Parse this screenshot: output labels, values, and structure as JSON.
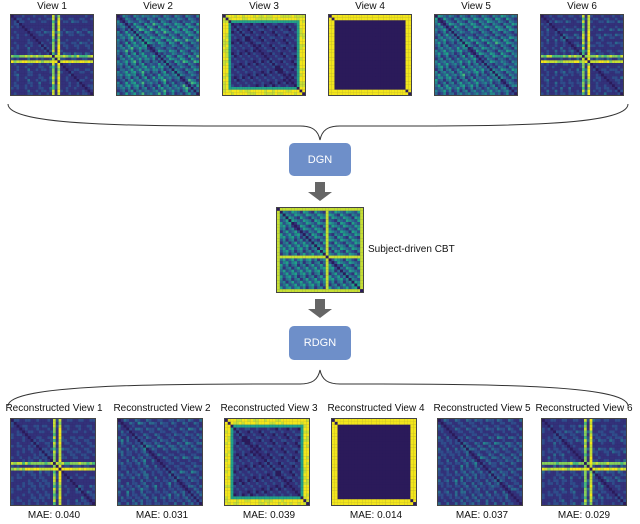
{
  "views": [
    {
      "title": "View 1",
      "pattern": "cross"
    },
    {
      "title": "View 2",
      "pattern": "noisy"
    },
    {
      "title": "View 3",
      "pattern": "frame"
    },
    {
      "title": "View 4",
      "pattern": "frame-strong"
    },
    {
      "title": "View 5",
      "pattern": "noisy"
    },
    {
      "title": "View 6",
      "pattern": "cross"
    }
  ],
  "dgn_box": {
    "label": "DGN"
  },
  "cbt": {
    "label": "Subject-driven CBT",
    "pattern": "cbt"
  },
  "rdgn_box": {
    "label": "RDGN"
  },
  "reconstructed": [
    {
      "title": "Reconstructed View 1",
      "mae": "MAE: 0.040",
      "pattern": "cross"
    },
    {
      "title": "Reconstructed View 2",
      "mae": "MAE: 0.031",
      "pattern": "diag"
    },
    {
      "title": "Reconstructed View 3",
      "mae": "MAE: 0.039",
      "pattern": "frame"
    },
    {
      "title": "Reconstructed View 4",
      "mae": "MAE: 0.014",
      "pattern": "frame-strong"
    },
    {
      "title": "Reconstructed View 5",
      "mae": "MAE: 0.037",
      "pattern": "diag"
    },
    {
      "title": "Reconstructed View 6",
      "mae": "MAE: 0.029",
      "pattern": "cross"
    }
  ],
  "colors": {
    "box": "#6e8fc9",
    "arrow": "#666666",
    "brace": "#333333",
    "low": "#2a1e5c",
    "high": "#f2e61c"
  }
}
